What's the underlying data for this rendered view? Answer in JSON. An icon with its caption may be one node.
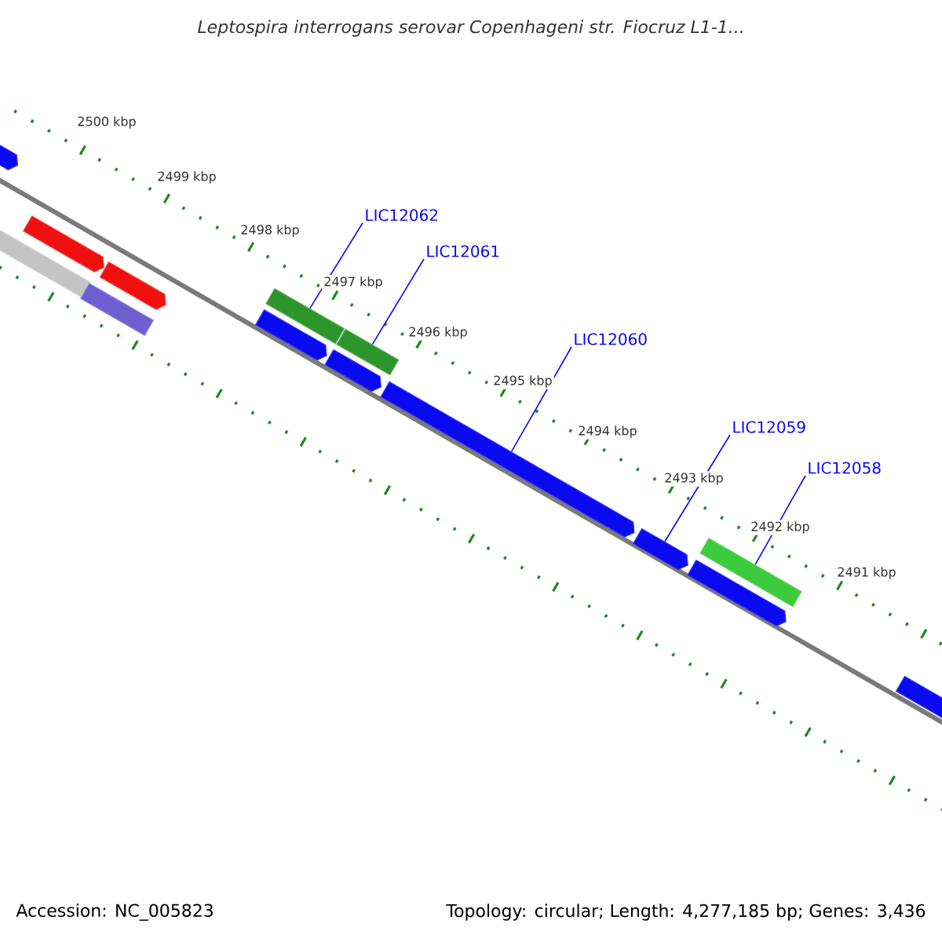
{
  "diagram": {
    "title": "Leptospira interrogans serovar Copenhageni str. Fiocruz L1-1...",
    "nodes": [
      {
        "text": [
          "LIC12062"
        ]
      },
      {
        "text": [
          "LIC12061"
        ]
      },
      {
        "text": [
          "LIC12060"
        ]
      },
      {
        "text": [
          "LIC12059"
        ]
      },
      {
        "text": [
          "LIC12058"
        ]
      },
      {
        "text": [],
        "shape": "bar"
      },
      {
        "text": [],
        "shape": "arrow"
      },
      {
        "text": [],
        "shape": "arrow"
      },
      {
        "text": [],
        "shape": "bar"
      },
      {
        "text": [],
        "shape": "arrow"
      },
      {
        "text": [],
        "shape": "arrow"
      },
      {
        "text": [],
        "shape": "bar"
      },
      {
        "text": [],
        "shape": "arrow"
      },
      {
        "text": [],
        "shape": "bar"
      },
      {
        "text": [],
        "shape": "arrow"
      },
      {
        "text": [],
        "shape": "arrow"
      },
      {
        "text": [],
        "shape": "arrow"
      },
      {
        "text": [],
        "shape": "bar"
      },
      {
        "text": [],
        "shape": "arrow"
      }
    ],
    "edges": [
      {
        "from": 0,
        "to": 11,
        "arrow": "none"
      },
      {
        "from": 1,
        "to": 13,
        "arrow": "none"
      },
      {
        "from": 2,
        "to": 14,
        "arrow": "none"
      },
      {
        "from": 3,
        "to": 15,
        "arrow": "none"
      },
      {
        "from": 4,
        "to": 17,
        "arrow": "none"
      }
    ],
    "labels": [
      "2500 kbp",
      "2499 kbp",
      "2498 kbp",
      "2497 kbp",
      "2496 kbp",
      "2495 kbp",
      "2494 kbp",
      "2493 kbp",
      "2492 kbp",
      "2491 kbp",
      "Accession: NC_005823",
      "Topology: circular; Length: 4,277,185 bp; Genes: 3,436"
    ]
  }
}
